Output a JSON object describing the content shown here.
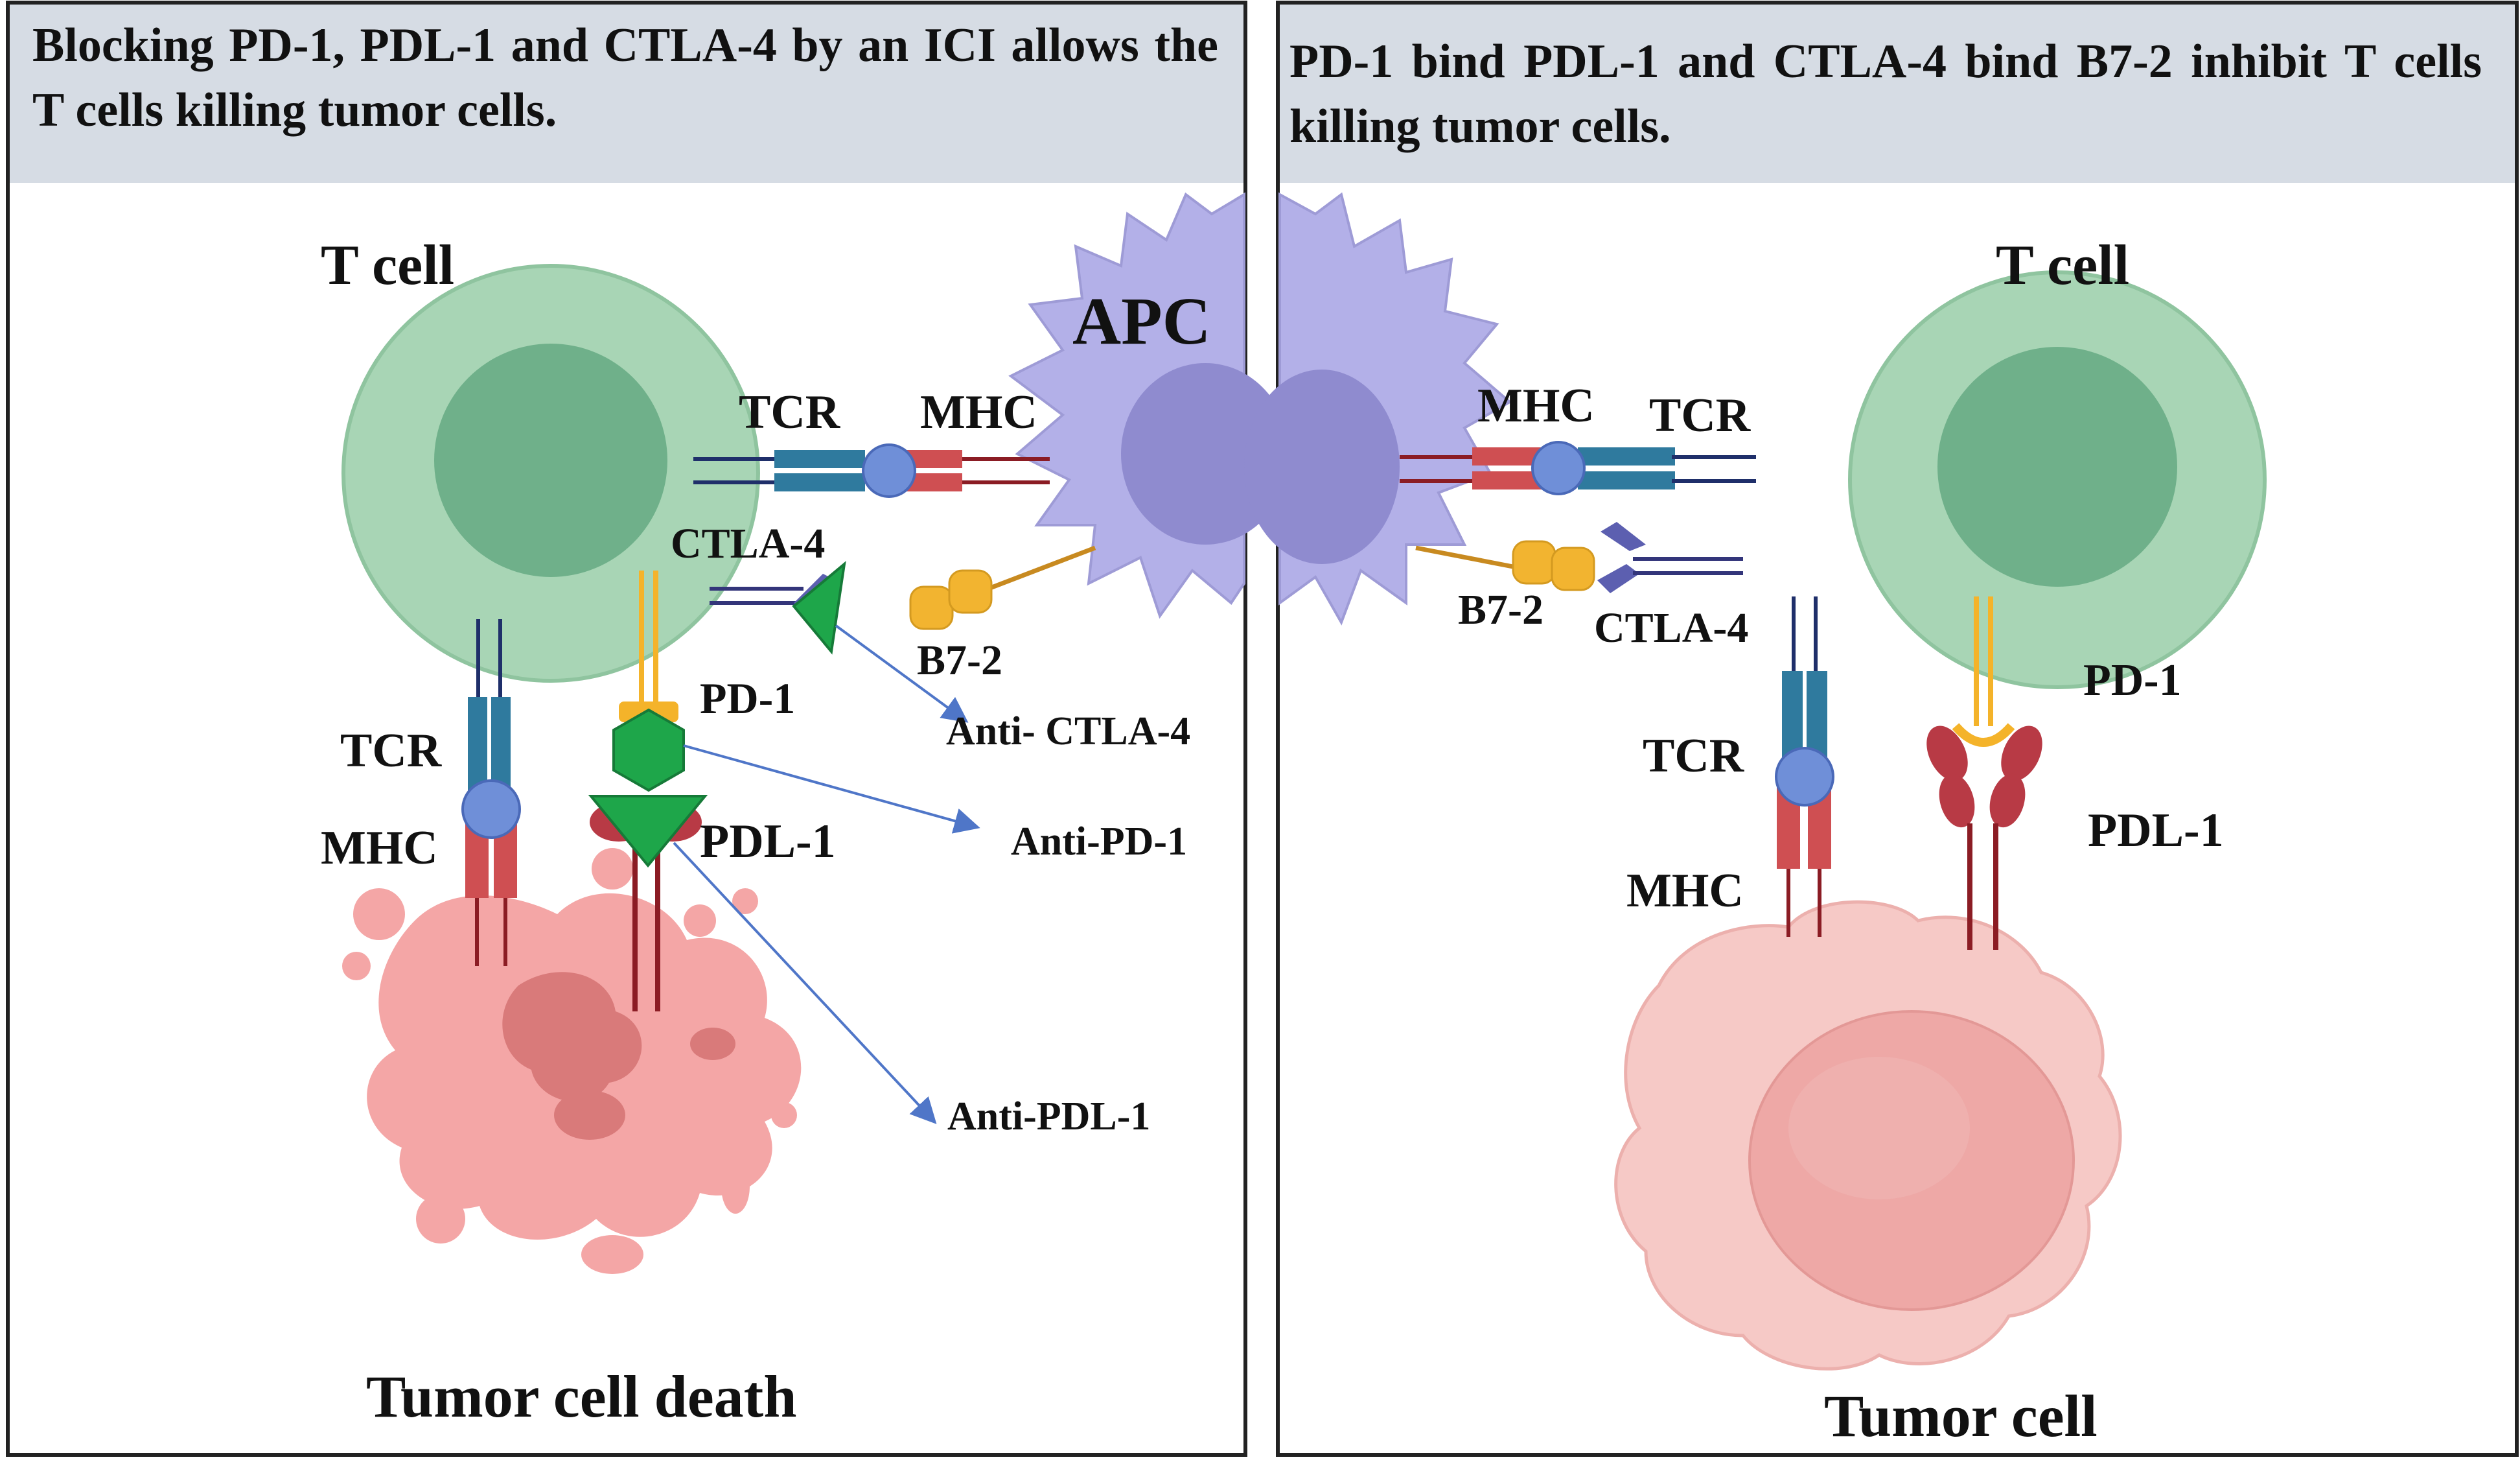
{
  "colors": {
    "header_bg": "#d6dce4",
    "t_cell_outer": "#a8d5b5",
    "t_cell_inner": "#6fb08a",
    "apc_body": "#b3b0e8",
    "apc_nucleus": "#8f8bcf",
    "tcr_blue": "#2f7a9e",
    "mhc_red": "#cf4f52",
    "peptide_blue": "#6f8fd8",
    "pd1_yellow": "#f4b32a",
    "pdl1_red": "#b83a45",
    "drug_green": "#1ea64a",
    "arrow_blue": "#4f76c8",
    "tumor_dead": "#f4a6a6",
    "tumor_dead_spot": "#d97a7a",
    "tumor_live": "#f6c9c6",
    "tumor_live_nucleus": "#eea8a6",
    "b7_yellow": "#f2b430",
    "ctla4_purple": "#5c5fb0"
  },
  "left_panel": {
    "header": "Blocking PD-1, PDL-1 and CTLA-4 by an ICI allows the T cells killing tumor cells.",
    "labels": {
      "t_cell": "T cell",
      "apc": "APC",
      "tcr_top": "TCR",
      "mhc_top": "MHC",
      "ctla4": "CTLA-4",
      "b7_2": "B7-2",
      "pd1": "PD-1",
      "tcr_bottom": "TCR",
      "mhc_bottom": "MHC",
      "pdl1": "PDL-1",
      "anti_ctla4": "Anti- CTLA-4",
      "anti_pd1": "Anti-PD-1",
      "anti_pdl1": "Anti-PDL-1",
      "tumor_death": "Tumor cell death"
    }
  },
  "right_panel": {
    "header": "PD-1 bind PDL-1 and CTLA-4 bind B7-2 inhibit T cells killing tumor cells.",
    "labels": {
      "t_cell": "T cell",
      "mhc_top": "MHC",
      "tcr_top": "TCR",
      "b7_2": "B7-2",
      "ctla4": "CTLA-4",
      "pd1": "PD-1",
      "tcr_bottom": "TCR",
      "pdl1": "PDL-1",
      "mhc_bottom": "MHC",
      "tumor_cell": "Tumor cell"
    }
  }
}
